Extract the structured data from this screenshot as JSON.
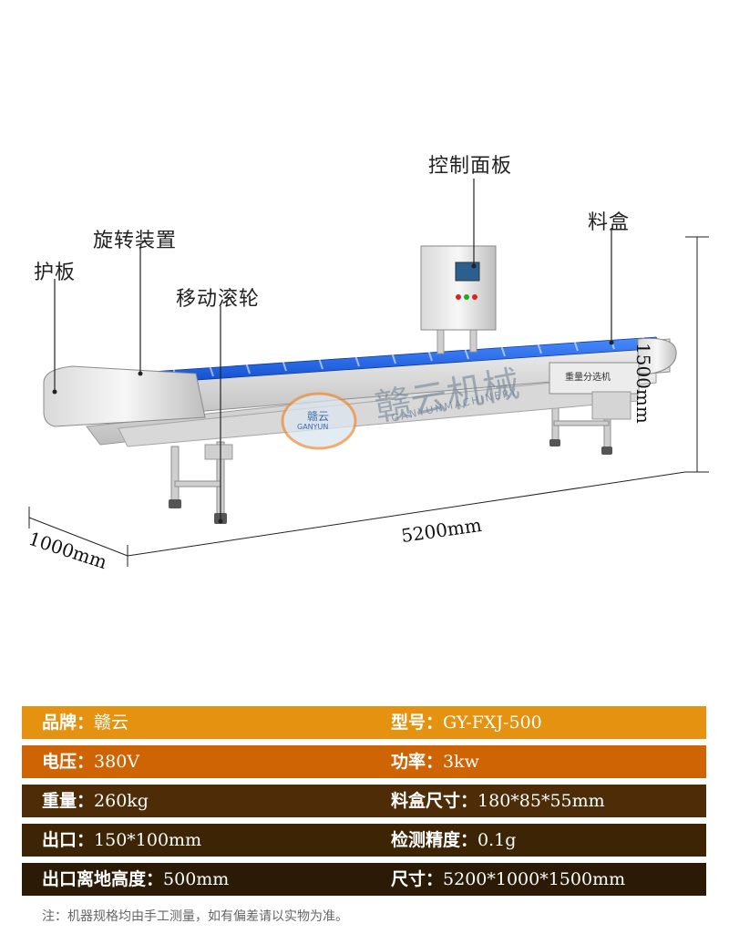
{
  "labels": {
    "control_panel": "控制面板",
    "material_box": "料盒",
    "rotating_device": "旋转装置",
    "guard_plate": "护板",
    "moving_roller": "移动滚轮",
    "machine_plate": "重量分选机"
  },
  "dimensions": {
    "height": "1500mm",
    "length": "5200mm",
    "width": "1000mm"
  },
  "watermark": {
    "logo_text": "赣云",
    "logo_sub": "GANYUN",
    "brand_cn": "赣云机械",
    "brand_en": "GANYUNMACHINERY"
  },
  "specs": [
    {
      "k1": "品牌：",
      "v1": "赣云",
      "k2": "型号：",
      "v2": "GY-FXJ-500",
      "color": "#e4920f"
    },
    {
      "k1": "电压：",
      "v1": "380V",
      "k2": "功率：",
      "v2": "3kw",
      "color": "#cf6405"
    },
    {
      "k1": "重量：",
      "v1": "260kg",
      "k2": "料盒尺寸：",
      "v2": "180*85*55mm",
      "color": "#4e2c07"
    },
    {
      "k1": "出口：",
      "v1": "150*100mm",
      "k2": "检测精度：",
      "v2": "0.1g",
      "color": "#3d2405"
    },
    {
      "k1": "出口离地高度：",
      "v1": "500mm",
      "k2": "尺寸：",
      "v2": "5200*1000*1500mm",
      "color": "#2b1a05"
    }
  ],
  "note": "注：机器规格均由手工测量，如有偏差请以实物为准。"
}
